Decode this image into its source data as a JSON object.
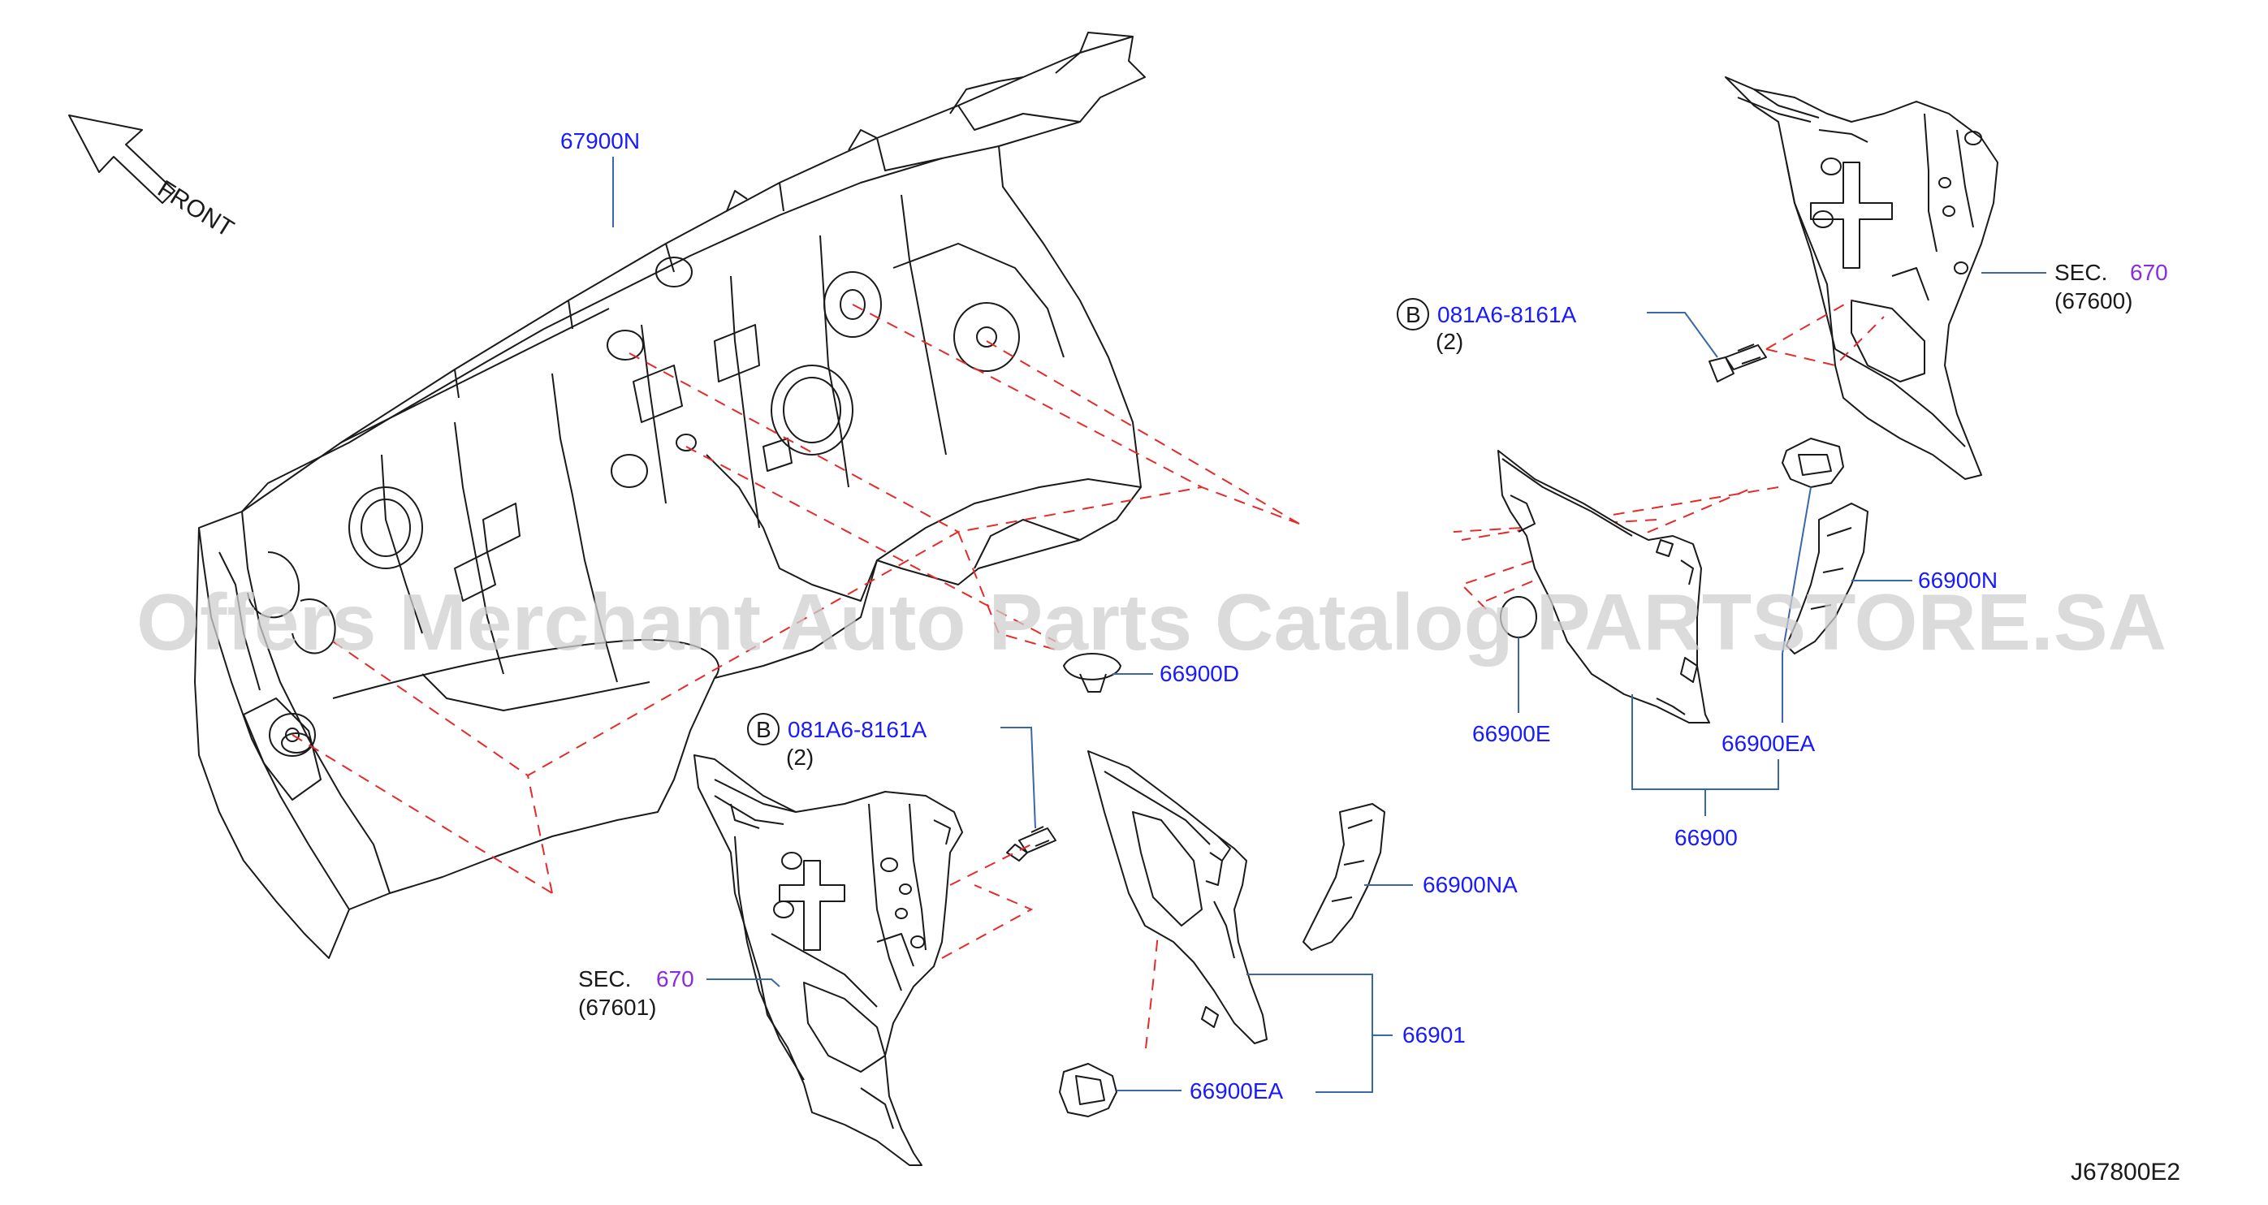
{
  "watermark": "Offers Merchant Auto Parts Catalog PARTSTORE.SA",
  "diagram_code": "J67800E2",
  "front_label": "FRONT",
  "callouts": {
    "dash_insulator": "67900N",
    "clip_d": "66900D",
    "clip_e": "66900E",
    "clip_ea_right": "66900EA",
    "trim_assy": "66900",
    "finisher_n": "66900N",
    "finisher_na": "66900NA",
    "trim_lh": "66901",
    "clip_ea_left": "66900EA",
    "bolt_marker": "B",
    "bolt_part_top": "081A6-8161A",
    "bolt_qty_top": "(2)",
    "bolt_part_bottom": "081A6-8161A",
    "bolt_qty_bottom": "(2)",
    "sec_word_right": "SEC.",
    "sec_num_right": "670",
    "sec_ref_right": "(67600)",
    "sec_word_left": "SEC.",
    "sec_num_left": "670",
    "sec_ref_left": "(67601)"
  },
  "colors": {
    "callout_blue": "#1a1aff",
    "section_purple": "#8a2be2",
    "leader_blue": "#3a67a8",
    "dashed_red": "#e52a2a",
    "line_black": "#1a1a1a"
  }
}
